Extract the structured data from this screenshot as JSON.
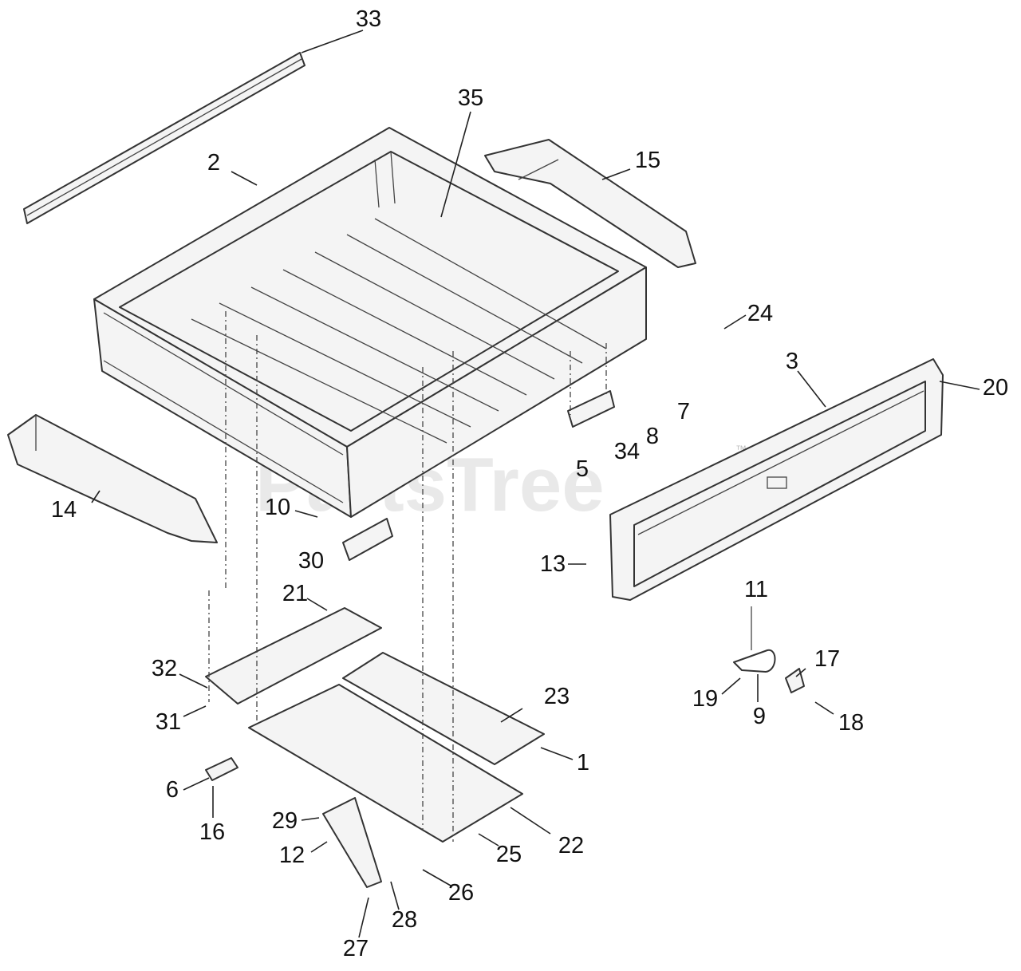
{
  "watermark": "PartsTree",
  "watermark_mark": "™",
  "callouts": [
    "33",
    "35",
    "2",
    "15",
    "24",
    "3",
    "20",
    "7",
    "8",
    "34",
    "5",
    "14",
    "10",
    "30",
    "13",
    "21",
    "11",
    "32",
    "17",
    "23",
    "19",
    "9",
    "18",
    "31",
    "1",
    "6",
    "16",
    "29",
    "12",
    "22",
    "25",
    "26",
    "28",
    "27"
  ]
}
